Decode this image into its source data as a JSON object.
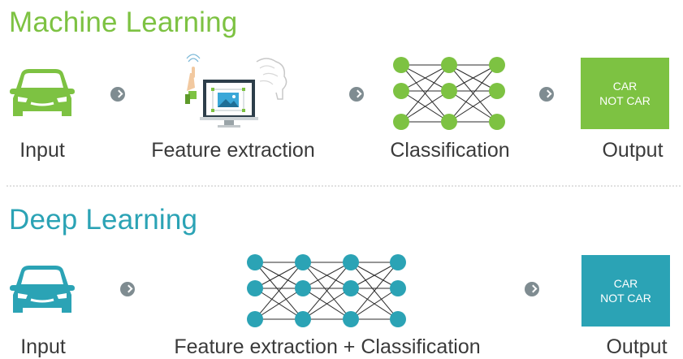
{
  "machine_learning": {
    "title": "Machine Learning",
    "labels": {
      "input": "Input",
      "feature_extraction": "Feature extraction",
      "classification": "Classification",
      "output": "Output"
    },
    "output_box": {
      "line1": "CAR",
      "line2": "NOT CAR"
    },
    "color": "#7dc242"
  },
  "deep_learning": {
    "title": "Deep Learning",
    "labels": {
      "input": "Input",
      "combined": "Feature extraction + Classification",
      "output": "Output"
    },
    "output_box": {
      "line1": "CAR",
      "line2": "NOT CAR"
    },
    "color": "#2ba3b5"
  },
  "arrow_color": "#7f8c91",
  "icons": [
    "car-icon",
    "feature-extraction-icon",
    "neural-network-icon",
    "arrow-right-icon"
  ]
}
